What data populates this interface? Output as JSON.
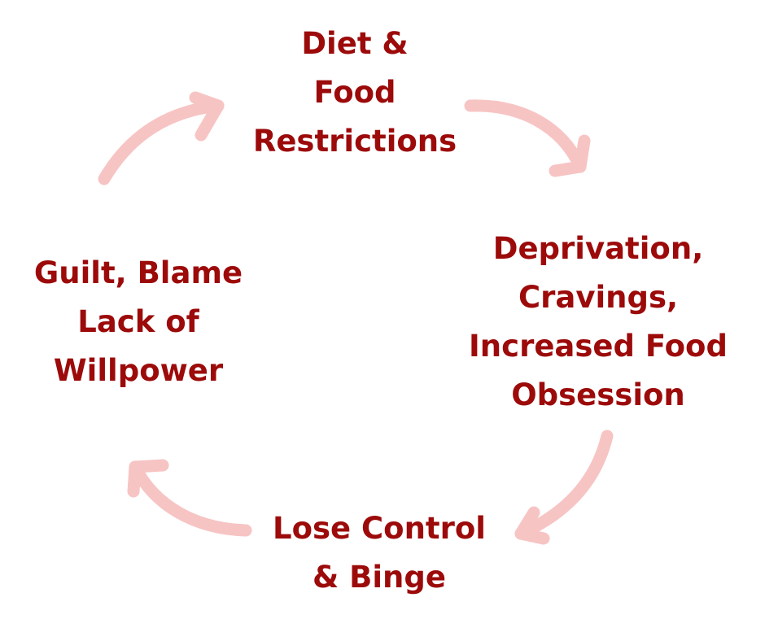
{
  "diagram": {
    "colors": {
      "text": "#9c0a0a",
      "arrow": "#f7c4c4"
    },
    "nodes": {
      "top": {
        "lines": [
          "Diet &",
          "Food",
          "Restrictions"
        ]
      },
      "right": {
        "lines": [
          "Deprivation,",
          "Cravings,",
          "Increased Food",
          "Obsession"
        ]
      },
      "bottom": {
        "lines": [
          "Lose Control",
          "& Binge"
        ]
      },
      "left": {
        "lines": [
          "Guilt, Blame",
          "Lack of",
          "Willpower"
        ]
      }
    }
  }
}
